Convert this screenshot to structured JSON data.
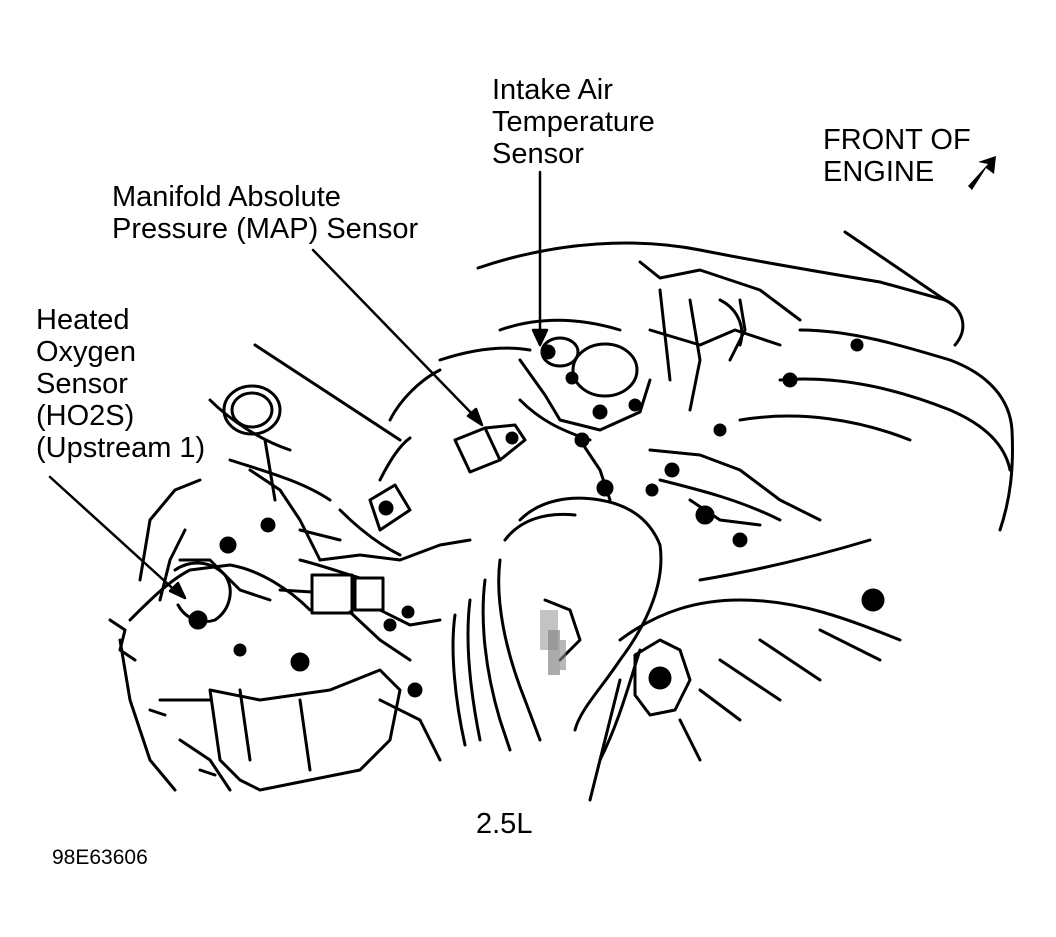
{
  "labels": {
    "iat": [
      "Intake Air",
      "Temperature",
      "Sensor"
    ],
    "map": [
      "Manifold Absolute",
      "Pressure (MAP) Sensor"
    ],
    "ho2s": [
      "Heated",
      "Oxygen",
      "Sensor",
      "(HO2S)",
      "(Upstream 1)"
    ],
    "front": [
      "FRONT OF",
      "ENGINE"
    ],
    "engine_size": "2.5L",
    "figure_code": "98E63606"
  },
  "colors": {
    "ink": "#000000",
    "paper": "#ffffff"
  }
}
